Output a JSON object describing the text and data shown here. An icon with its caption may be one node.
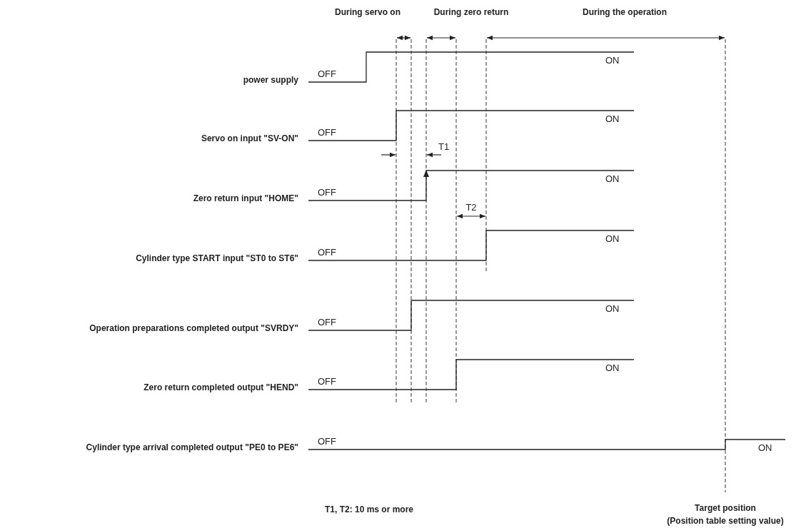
{
  "diagram": {
    "labels": [
      "During servo on",
      "During zero return",
      "During the operation",
      "power supply",
      "OFF",
      "ON",
      "Servo on input \"SV-ON\"",
      "OFF",
      "ON",
      "T1",
      "Zero return input \"HOME\"",
      "OFF",
      "ON",
      "T2",
      "Cylinder type START input \"ST0 to ST6\"",
      "OFF",
      "ON",
      "Operation preparations completed output \"SVRDY\"",
      "OFF",
      "ON",
      "Zero return completed output \"HEND\"",
      "OFF",
      "ON",
      "Cylinder type arrival completed output \"PE0 to PE6\"",
      "OFF",
      "ON",
      "T1, T2: 10 ms or more",
      "Target position",
      "(Position table setting value)"
    ]
  }
}
